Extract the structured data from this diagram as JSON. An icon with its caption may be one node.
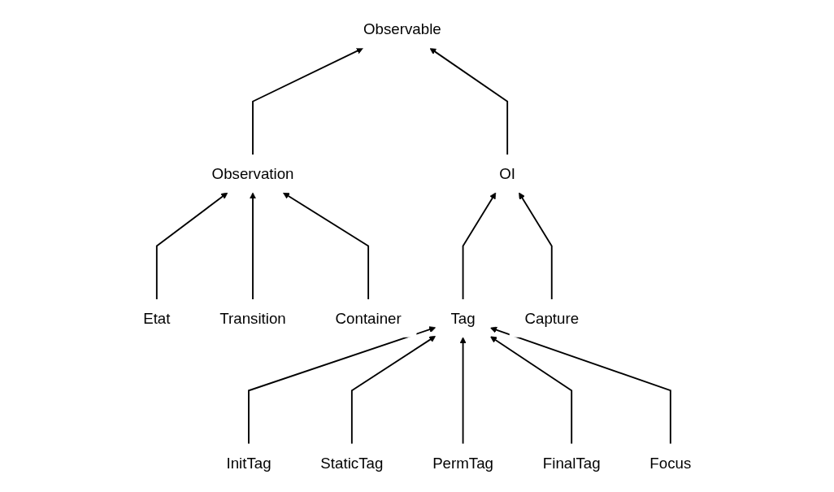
{
  "diagram": {
    "nodes": [
      {
        "text": [
          "Observable"
        ]
      },
      {
        "text": [
          "Observation"
        ]
      },
      {
        "text": [
          "OI"
        ]
      },
      {
        "text": [
          "Etat"
        ]
      },
      {
        "text": [
          "Transition"
        ]
      },
      {
        "text": [
          "Container"
        ]
      },
      {
        "text": [
          "Tag"
        ]
      },
      {
        "text": [
          "Capture"
        ]
      },
      {
        "text": [
          "InitTag"
        ]
      },
      {
        "text": [
          "Focus"
        ]
      },
      {
        "text": [
          "StaticTag"
        ]
      },
      {
        "text": [
          "PermTag"
        ]
      },
      {
        "text": [
          "FinalTag"
        ]
      }
    ],
    "edges": [
      {
        "from": 1,
        "to": 0,
        "arrow": "to"
      },
      {
        "from": 2,
        "to": 0,
        "arrow": "to"
      },
      {
        "from": 3,
        "to": 1,
        "arrow": "to"
      },
      {
        "from": 4,
        "to": 1,
        "arrow": "to"
      },
      {
        "from": 5,
        "to": 1,
        "arrow": "to"
      },
      {
        "from": 6,
        "to": 2,
        "arrow": "to"
      },
      {
        "from": 7,
        "to": 2,
        "arrow": "to"
      },
      {
        "from": 8,
        "to": 6,
        "arrow": "to"
      },
      {
        "from": 10,
        "to": 6,
        "arrow": "to"
      },
      {
        "from": 11,
        "to": 6,
        "arrow": "to"
      },
      {
        "from": 12,
        "to": 6,
        "arrow": "to"
      },
      {
        "from": 9,
        "to": 6,
        "arrow": "to"
      }
    ]
  }
}
